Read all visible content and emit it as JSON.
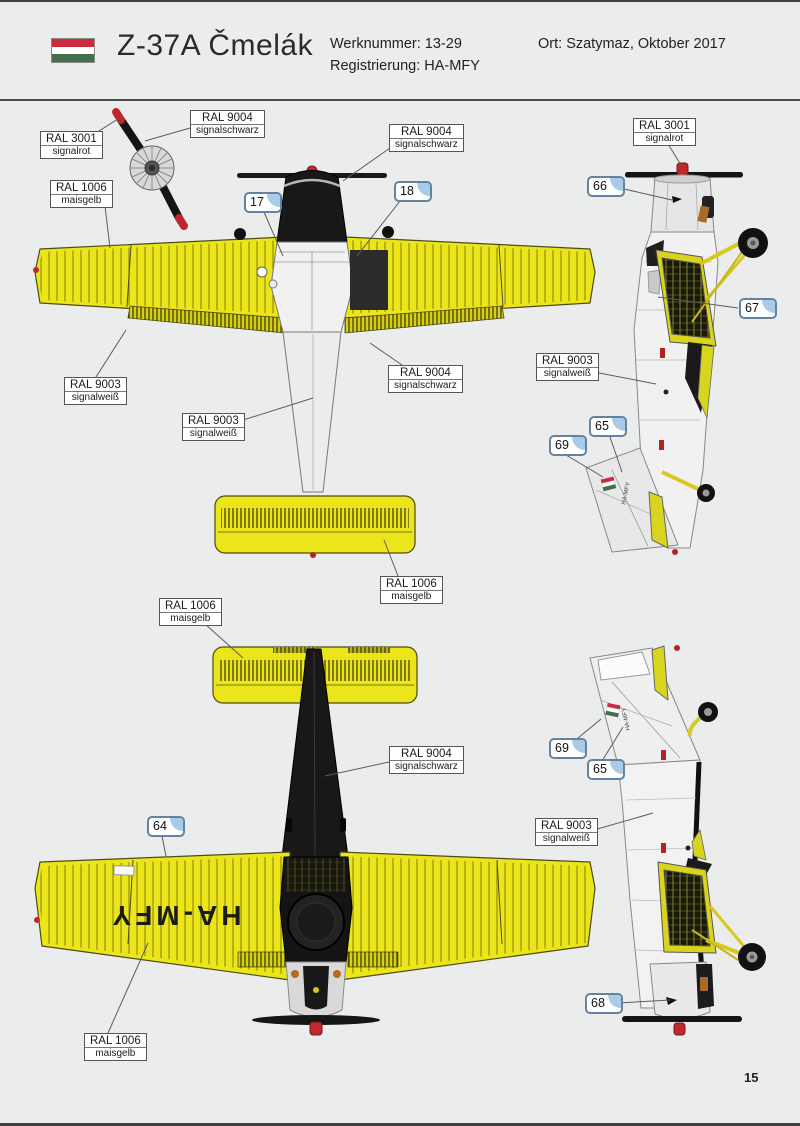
{
  "header": {
    "title": "Z-37A Čmelák",
    "werknummer": "Werknummer: 13-29",
    "registrierung": "Registrierung: HA-MFY",
    "ort": "Ort: Szatymaz, Oktober 2017",
    "flag_colors": [
      "#cd2a3e",
      "#ffffff",
      "#436f4d"
    ]
  },
  "page": {
    "number": "15"
  },
  "markings": {
    "registration": "HA-MFY"
  },
  "colors": {
    "ral1006_maisgelb": "#ece519",
    "ral9004_signalschwarz": "#1a1a1a",
    "ral9003_signalweiss": "#f2f2f2",
    "ral3001_signalrot": "#c0272d",
    "callout_border": "#64839f",
    "callout_fold": "#a9cbe7",
    "background": "#ebecec"
  },
  "labels": [
    {
      "ral": "RAL 3001",
      "name": "signalrot"
    },
    {
      "ral": "RAL 9004",
      "name": "signalschwarz"
    },
    {
      "ral": "RAL 1006",
      "name": "maisgelb"
    },
    {
      "ral": "RAL 9004",
      "name": "signalschwarz"
    },
    {
      "ral": "RAL 3001",
      "name": "signalrot"
    },
    {
      "ral": "RAL 9003",
      "name": "signalweiß"
    },
    {
      "ral": "RAL 9004",
      "name": "signalschwarz"
    },
    {
      "ral": "RAL 9003",
      "name": "signalweiß"
    },
    {
      "ral": "RAL 9003",
      "name": "signalweiß"
    },
    {
      "ral": "RAL 1006",
      "name": "maisgelb"
    },
    {
      "ral": "RAL 1006",
      "name": "maisgelb"
    },
    {
      "ral": "RAL 9004",
      "name": "signalschwarz"
    },
    {
      "ral": "RAL 9003",
      "name": "signalweiß"
    },
    {
      "ral": "RAL 1006",
      "name": "maisgelb"
    }
  ],
  "callouts": [
    {
      "num": "17"
    },
    {
      "num": "18"
    },
    {
      "num": "66"
    },
    {
      "num": "67"
    },
    {
      "num": "65"
    },
    {
      "num": "69"
    },
    {
      "num": "64"
    },
    {
      "num": "69"
    },
    {
      "num": "65"
    },
    {
      "num": "68"
    }
  ]
}
